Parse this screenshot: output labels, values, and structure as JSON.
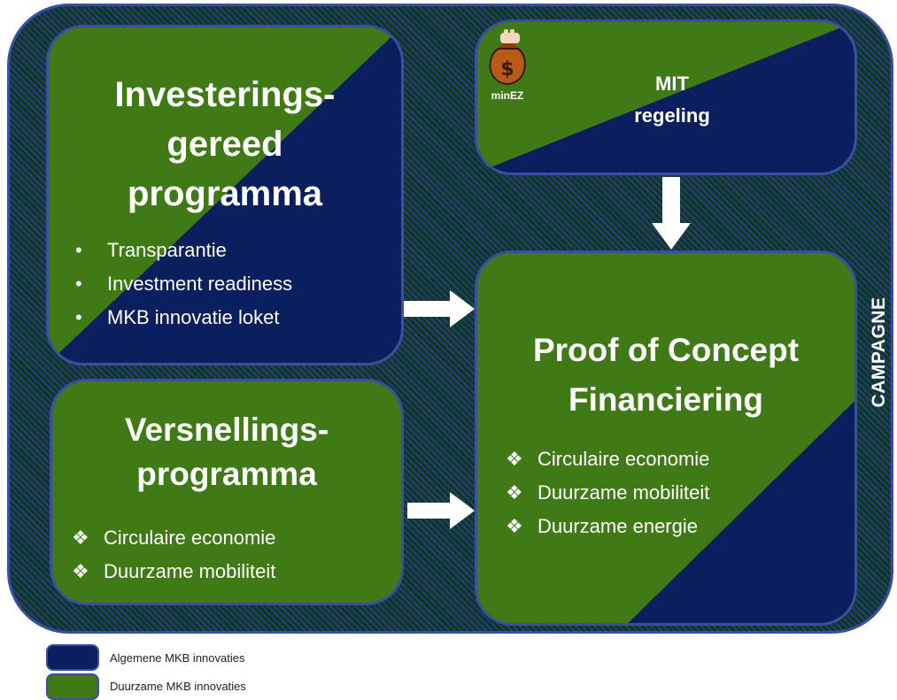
{
  "colors": {
    "navy": "#0b1f5e",
    "green": "#3f7a16",
    "border": "#3a4fa0"
  },
  "investering": {
    "title": "Investerings-\ngereed\nprogramma",
    "bullets": [
      "Transparantie",
      "Investment readiness",
      "MKB innovatie loket"
    ]
  },
  "versnelling": {
    "title": "Versnellings-\nprogramma",
    "bullets": [
      "Circulaire economie",
      "Duurzame mobiliteit"
    ]
  },
  "mit": {
    "title": "MIT\nregeling",
    "logo_icon": "money-bag-icon",
    "logo_label": "minEZ"
  },
  "poc": {
    "title": "Proof of Concept\nFinanciering",
    "bullets": [
      "Circulaire economie",
      "Duurzame mobiliteit",
      "Duurzame energie"
    ]
  },
  "campaign_label": "CAMPAGNE",
  "legend": [
    {
      "label": "Algemene MKB innovaties",
      "color": "#0b1f5e"
    },
    {
      "label": "Duurzame MKB innovaties",
      "color": "#3f7a16"
    }
  ],
  "bullet_markers": {
    "dot": "•",
    "diamond": "❖"
  }
}
